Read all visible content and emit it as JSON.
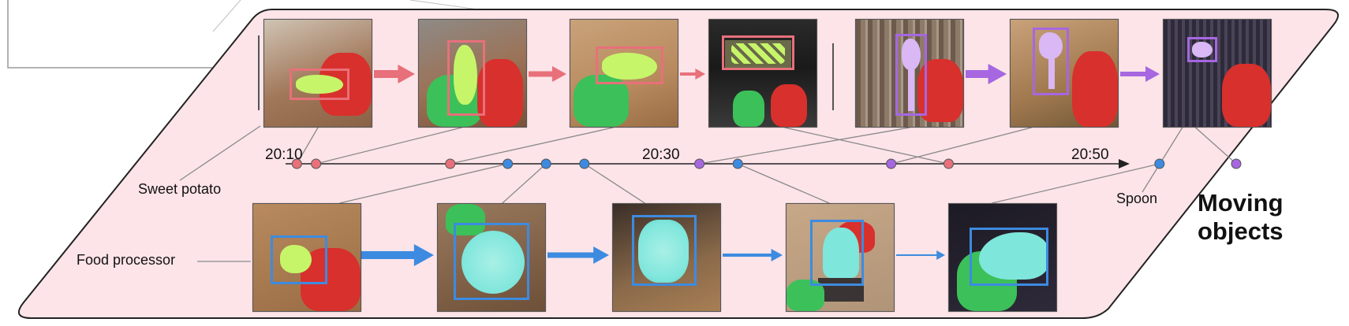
{
  "timeline": {
    "ticks": [
      "20:10",
      "20:30",
      "20:50"
    ],
    "events": [
      {
        "track": "sweet_potato",
        "t": 1
      },
      {
        "track": "sweet_potato",
        "t": 2
      },
      {
        "track": "sweet_potato",
        "t": 9
      },
      {
        "track": "food_processor",
        "t": 12
      },
      {
        "track": "food_processor",
        "t": 14
      },
      {
        "track": "food_processor",
        "t": 16
      },
      {
        "track": "spoon",
        "t": 22
      },
      {
        "track": "food_processor",
        "t": 24
      },
      {
        "track": "spoon",
        "t": 32
      },
      {
        "track": "sweet_potato",
        "t": 35
      },
      {
        "track": "food_processor",
        "t": 46
      },
      {
        "track": "spoon",
        "t": 50
      }
    ]
  },
  "tracks": {
    "sweet_potato": {
      "label": "Sweet potato",
      "color": "#e8707a"
    },
    "food_processor": {
      "label": "Food processor",
      "color": "#3d8be0"
    },
    "spoon": {
      "label": "Spoon",
      "color": "#a667e0"
    }
  },
  "section_title": {
    "line1": "Moving",
    "line2": "objects"
  },
  "frames": {
    "sweet_potato": [
      "sweet-potato-frame-1",
      "sweet-potato-frame-2",
      "sweet-potato-frame-3",
      "sweet-potato-frame-4"
    ],
    "spoon": [
      "spoon-frame-1",
      "spoon-frame-2",
      "spoon-frame-3"
    ],
    "food_processor": [
      "food-processor-frame-1",
      "food-processor-frame-2",
      "food-processor-frame-3",
      "food-processor-frame-4",
      "food-processor-frame-5"
    ]
  },
  "colors": {
    "panel_fill": "#fde4e8",
    "timeline": "#222222",
    "connector": "#8a8a8a",
    "hand_left": "#3cc05a",
    "hand_right": "#d8302c",
    "sweet_potato_mask": "#c6f56a",
    "processor_mask": "#7fe6dc",
    "spoon_mask": "#d9b8f5"
  }
}
